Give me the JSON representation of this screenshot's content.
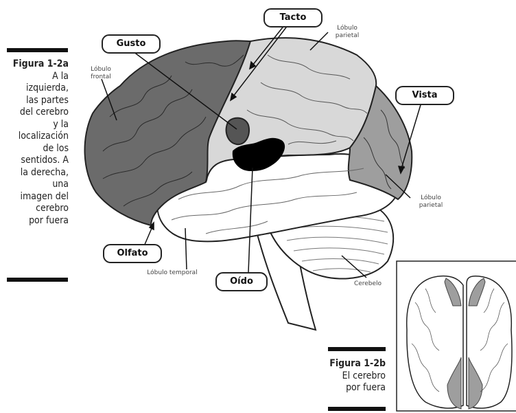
{
  "figure_a": {
    "title": "Figura 1-2a",
    "caption_lines": [
      "A la",
      "izquierda,",
      "las partes",
      "del cerebro",
      "y la",
      "localización",
      "de los",
      "sentidos. A",
      "la derecha,",
      "una",
      "imagen del",
      "cerebro",
      "por fuera"
    ]
  },
  "figure_b": {
    "title": "Figura 1-2b",
    "caption_lines": [
      "El cerebro",
      "por fuera"
    ]
  },
  "senses": {
    "tacto": "Tacto",
    "gusto": "Gusto",
    "vista": "Vista",
    "olfato": "Olfato",
    "oido": "Oído"
  },
  "lobes": {
    "frontal": [
      "Lóbulo",
      "frontal"
    ],
    "parietal_top": [
      "Lóbulo",
      "parietal"
    ],
    "parietal_right": [
      "Lóbulo",
      "parietal"
    ],
    "temporal": "Lóbulo temporal",
    "cerebelo": "Cerebelo"
  },
  "colors": {
    "frontal": "#6b6b6b",
    "parietal": "#d8d8d8",
    "occipital": "#9e9e9e",
    "gusto": "#555555",
    "oido": "#000000"
  }
}
